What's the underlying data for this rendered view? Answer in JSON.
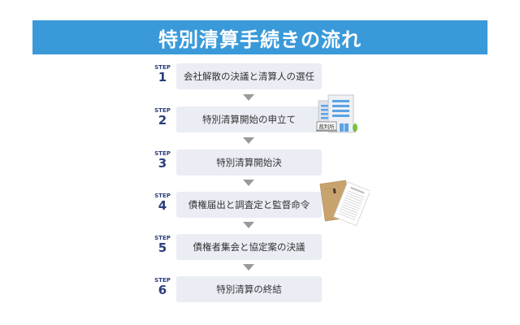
{
  "title": "特別清算手続きの流れ",
  "colors": {
    "banner": "#3a9ad9",
    "step_box": "#ebedf5",
    "step_label": "#2c3e7a",
    "arrow": "#9a9a9a"
  },
  "step_word": "STEP",
  "steps": [
    {
      "num": "1",
      "label": "会社解散の決議と清算人の選任"
    },
    {
      "num": "2",
      "label": "特別清算開始の申立て"
    },
    {
      "num": "3",
      "label": "特別清算開始決"
    },
    {
      "num": "4",
      "label": "債権届出と調査定と監督命令"
    },
    {
      "num": "5",
      "label": "債権者集会と協定案の決議"
    },
    {
      "num": "6",
      "label": "特別清算の終結"
    }
  ],
  "illustrations": {
    "court": {
      "icon": "court-building-icon",
      "sign": "裁判所"
    },
    "documents": {
      "icon": "documents-icon"
    }
  }
}
